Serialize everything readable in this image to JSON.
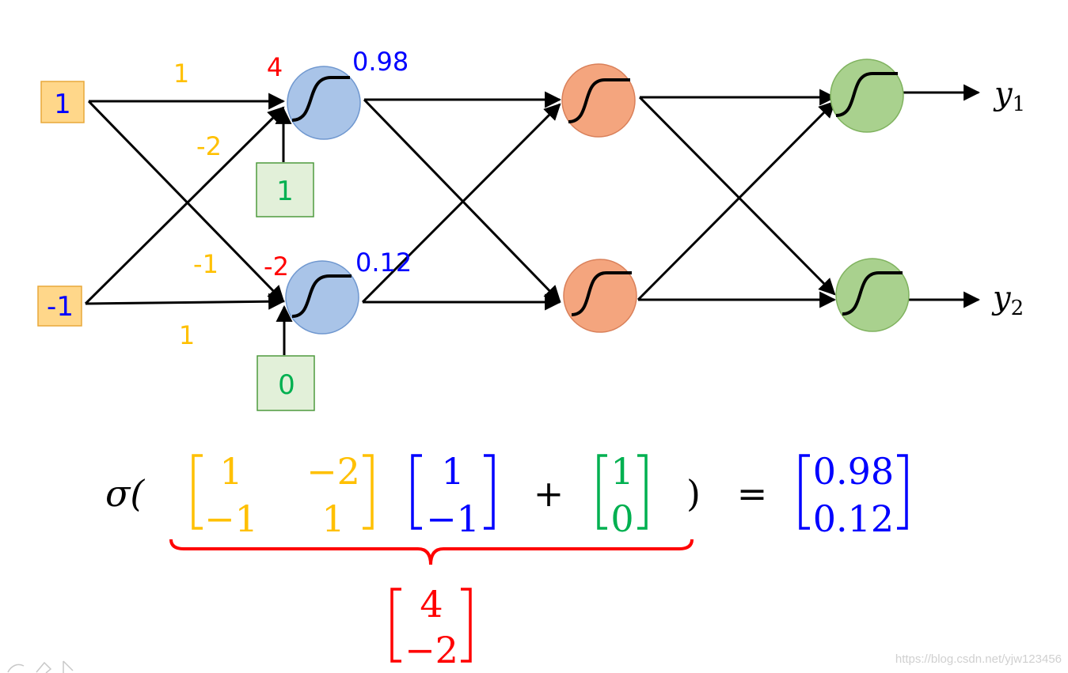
{
  "colors": {
    "weight": "#FFC000",
    "input": "#0000FF",
    "bias": "#00B050",
    "preact": "#FF0000",
    "input_box_fill": "#FFD78A",
    "input_box_stroke": "#E9A83A",
    "bias_box_fill": "#E2F0D9",
    "bias_box_stroke": "#4E9A3E",
    "neuron_blue": "#A9C4E8",
    "neuron_orange": "#F4A57E",
    "neuron_green": "#A9D18E",
    "line": "#000000",
    "watermark": "#d0d0d0"
  },
  "inputs": [
    "1",
    "-1"
  ],
  "weights": {
    "w11": "1",
    "w12": "-2",
    "w21": "-1",
    "w22": "1"
  },
  "biases": [
    "1",
    "0"
  ],
  "preactivations": [
    "4",
    "-2"
  ],
  "activations": [
    "0.98",
    "0.12"
  ],
  "outputs": [
    {
      "letter": "y",
      "sub": "1"
    },
    {
      "letter": "y",
      "sub": "2"
    }
  ],
  "equation": {
    "sigma": "σ(",
    "close": ")",
    "plus": "+",
    "equals": "=",
    "W": [
      [
        "1",
        "−2"
      ],
      [
        "−1",
        "1"
      ]
    ],
    "x": [
      "1",
      "−1"
    ],
    "b": [
      "1",
      "0"
    ],
    "result": [
      "0.98",
      "0.12"
    ],
    "brace_result": [
      "4",
      "−2"
    ]
  },
  "watermark": "https://blog.csdn.net/yjw123456",
  "corner_icons": [
    "pen-icon",
    "eraser-icon",
    "pointer-icon"
  ]
}
